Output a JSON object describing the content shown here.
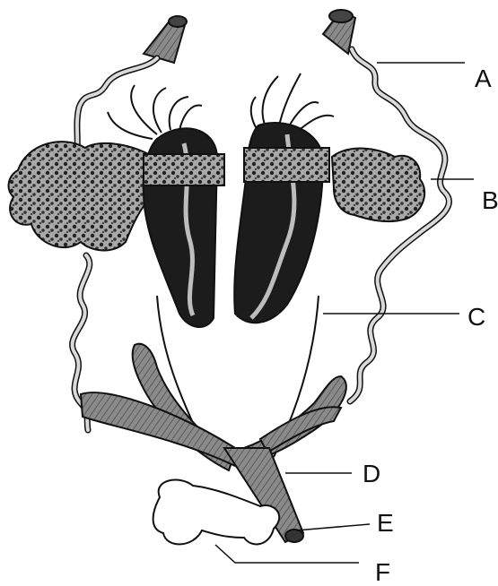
{
  "labels": {
    "a": "A",
    "b": "B",
    "c": "C",
    "d": "D",
    "e": "E",
    "f": "F"
  },
  "colors": {
    "ink": "#111111",
    "dark_lobe": "#1c1c1c",
    "tube_fill": "#7a7a7a",
    "spongy_fill": "#8f8f8f",
    "cord_fill": "#d9d9d9",
    "background": "#ffffff"
  }
}
